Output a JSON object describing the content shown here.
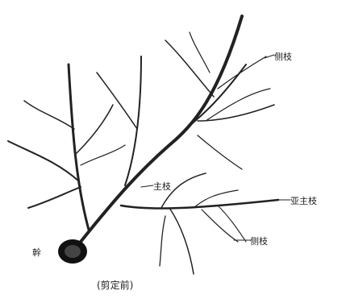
{
  "labels": {
    "side_branch_top": "侧枝",
    "main_branch": "主枝",
    "sub_main_branch": "亚主枝",
    "side_branch_bottom": "侧枝",
    "trunk": "幹",
    "caption": "(剪定前)"
  },
  "colors": {
    "ink": "#222222",
    "background": "#ffffff"
  }
}
